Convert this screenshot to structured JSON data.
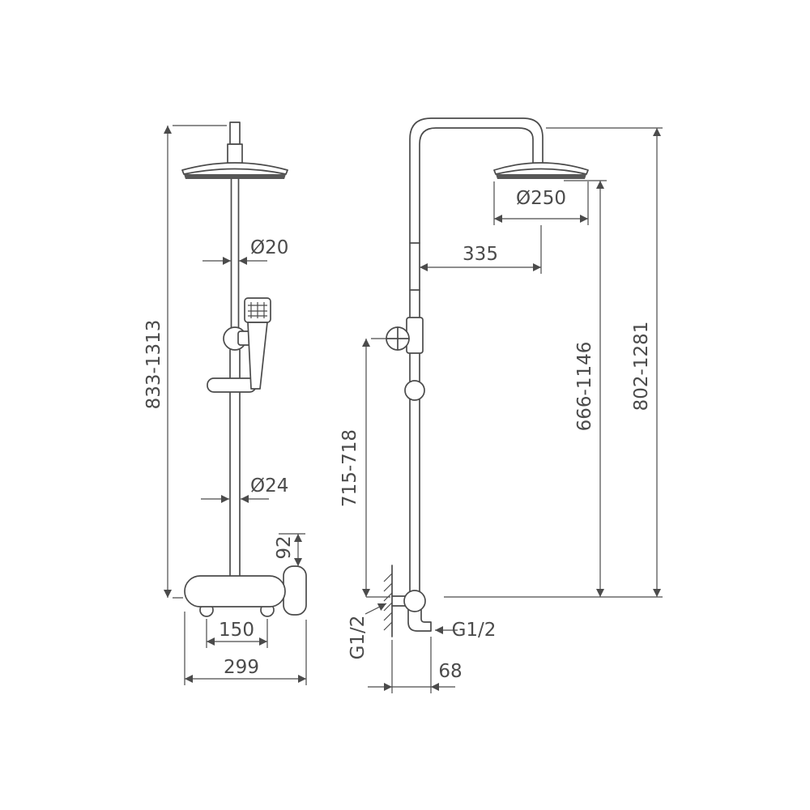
{
  "colors": {
    "line": "#4b4b4b",
    "spray_face": "#575757",
    "background": "#ffffff"
  },
  "front_view": {
    "overall_height": "833-1313",
    "upper_pipe_diameter": "Ø20",
    "lower_pipe_diameter": "Ø24",
    "handle_offset": "92",
    "connection_spacing": "150",
    "mixer_width": "299"
  },
  "side_view": {
    "head_diameter": "Ø250",
    "head_reach": "335",
    "diverter_height": "715-718",
    "head_height_range": "666-1146",
    "overall_height_range": "802-1281",
    "wall_offset": "68",
    "supply_thread": "G1/2",
    "outlet_thread": "G1/2"
  }
}
